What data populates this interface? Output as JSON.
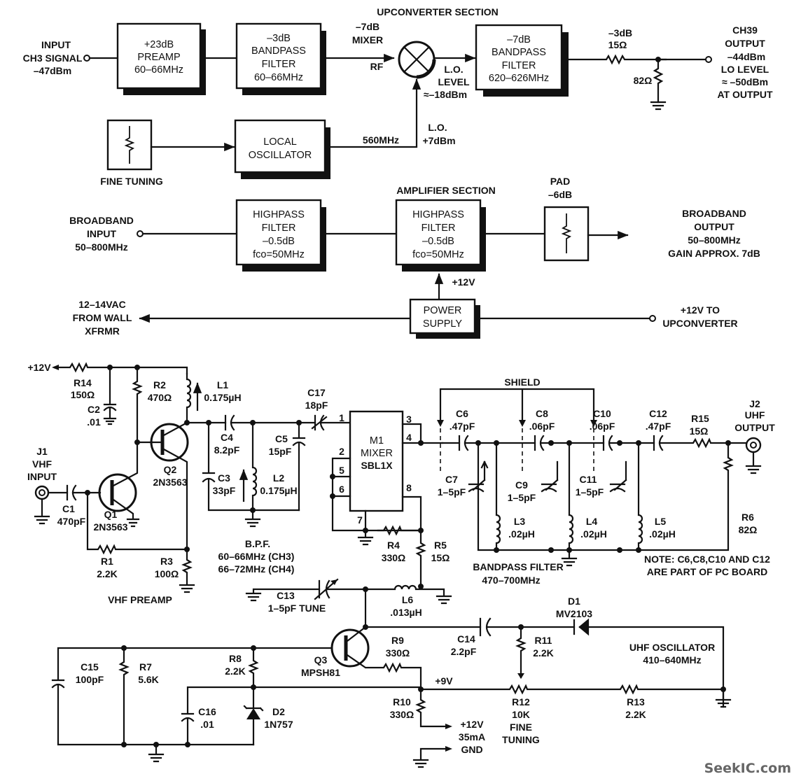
{
  "block_diagram": {
    "upconverter": {
      "title": "UPCONVERTER SECTION",
      "input": [
        "INPUT",
        "CH3 SIGNAL",
        "–47dBm"
      ],
      "preamp": [
        "+23dB",
        "PREAMP",
        "60–66MHz"
      ],
      "bpf1": [
        "–3dB",
        "BANDPASS",
        "FILTER",
        "60–66MHz"
      ],
      "mixer": [
        "–7dB",
        "MIXER"
      ],
      "rf_label": "RF",
      "lo_level": [
        "L.O.",
        "LEVEL",
        "≈–18dBm"
      ],
      "bpf2": [
        "–7dB",
        "BANDPASS",
        "FILTER",
        "620–626MHz"
      ],
      "pad": [
        "–3dB",
        "15Ω"
      ],
      "shunt": "82Ω",
      "output": [
        "CH39",
        "OUTPUT",
        "–44dBm",
        "LO LEVEL",
        "≈ –50dBm",
        "AT OUTPUT"
      ],
      "fine_tuning": "FINE TUNING",
      "lo_box": [
        "LOCAL",
        "OSCILLATOR"
      ],
      "lo_freq": "560MHz",
      "lo_drive": [
        "L.O.",
        "+7dBm"
      ]
    },
    "amplifier": {
      "title": "AMPLIFIER SECTION",
      "input": [
        "BROADBAND",
        "INPUT",
        "50–800MHz"
      ],
      "hpf": [
        "HIGHPASS",
        "FILTER",
        "–0.5dB",
        "fco=50MHz"
      ],
      "pad": [
        "PAD",
        "–6dB"
      ],
      "output": [
        "BROADBAND",
        "OUTPUT",
        "50–800MHz",
        "GAIN APPROX. 7dB"
      ],
      "supply_tap": "+12V",
      "ac_in": [
        "12–14VAC",
        "FROM WALL",
        "XFRMR"
      ],
      "power_supply": [
        "POWER",
        "SUPPLY"
      ],
      "dc_out": [
        "+12V TO",
        "UPCONVERTER"
      ]
    }
  },
  "schematic": {
    "supply": "+12V",
    "R14": [
      "R14",
      "150Ω"
    ],
    "C2": [
      "C2",
      ".01"
    ],
    "R2": [
      "R2",
      "470Ω"
    ],
    "L1": [
      "L1",
      "0.175µH"
    ],
    "J1": [
      "J1",
      "VHF",
      "INPUT"
    ],
    "C1": [
      "C1",
      "470pF"
    ],
    "Q1": [
      "Q1",
      "2N3563"
    ],
    "Q2": [
      "Q2",
      "2N3563"
    ],
    "R1": [
      "R1",
      "2.2K"
    ],
    "R3": [
      "R3",
      "100Ω"
    ],
    "vhf_preamp": "VHF PREAMP",
    "C4": [
      "C4",
      "8.2pF"
    ],
    "C3": [
      "C3",
      "33pF"
    ],
    "C5": [
      "C5",
      "15pF"
    ],
    "L2": [
      "L2",
      "0.175µH"
    ],
    "bpf": [
      "B.P.F.",
      "60–66MHz (CH3)",
      "66–72MHz (CH4)"
    ],
    "C17": [
      "C17",
      "18pF"
    ],
    "M1": [
      "M1",
      "MIXER",
      "SBL1X"
    ],
    "M1_pins": [
      "1",
      "2",
      "5",
      "6",
      "7",
      "8",
      "3",
      "4"
    ],
    "R4": [
      "R4",
      "330Ω"
    ],
    "R5": [
      "R5",
      "15Ω"
    ],
    "C13": [
      "C13",
      "1–5pF TUNE"
    ],
    "L6": [
      "L6",
      ".013µH"
    ],
    "shield": "SHIELD",
    "C6": [
      "C6",
      ".47pF"
    ],
    "C8": [
      "C8",
      ".06pF"
    ],
    "C10": [
      "C10",
      ".06pF"
    ],
    "C12": [
      "C12",
      ".47pF"
    ],
    "R15": [
      "R15",
      "15Ω"
    ],
    "J2": [
      "J2",
      "UHF",
      "OUTPUT"
    ],
    "C7": [
      "C7",
      "1–5pF"
    ],
    "C9": [
      "C9",
      "1–5pF"
    ],
    "C11": [
      "C11",
      "1–5pF"
    ],
    "L3": [
      "L3",
      ".02µH"
    ],
    "L4": [
      "L4",
      ".02µH"
    ],
    "L5": [
      "L5",
      ".02µH"
    ],
    "R6": [
      "R6",
      "82Ω"
    ],
    "bandpass": [
      "BANDPASS FILTER",
      "470–700MHz"
    ],
    "note": [
      "NOTE: C6,C8,C10 AND C12",
      "ARE PART OF PC BOARD"
    ],
    "D1": [
      "D1",
      "MV2103"
    ],
    "C14": [
      "C14",
      "2.2pF"
    ],
    "R11": [
      "R11",
      "2.2K"
    ],
    "uhf_osc": [
      "UHF OSCILLATOR",
      "410–640MHz"
    ],
    "Q3": [
      "Q3",
      "MPSH81"
    ],
    "R9": [
      "R9",
      "330Ω"
    ],
    "nine_v": "+9V",
    "C15": [
      "C15",
      "100pF"
    ],
    "R7": [
      "R7",
      "5.6K"
    ],
    "R8": [
      "R8",
      "2.2K"
    ],
    "C16": [
      "C16",
      ".01"
    ],
    "D2": [
      "D2",
      "1N757"
    ],
    "R10": [
      "R10",
      "330Ω"
    ],
    "power_in": [
      "+12V",
      "35mA",
      "GND"
    ],
    "R12": [
      "R12",
      "10K",
      "FINE",
      "TUNING"
    ],
    "R13": [
      "R13",
      "2.2K"
    ]
  },
  "watermark": "SeekIC.com"
}
